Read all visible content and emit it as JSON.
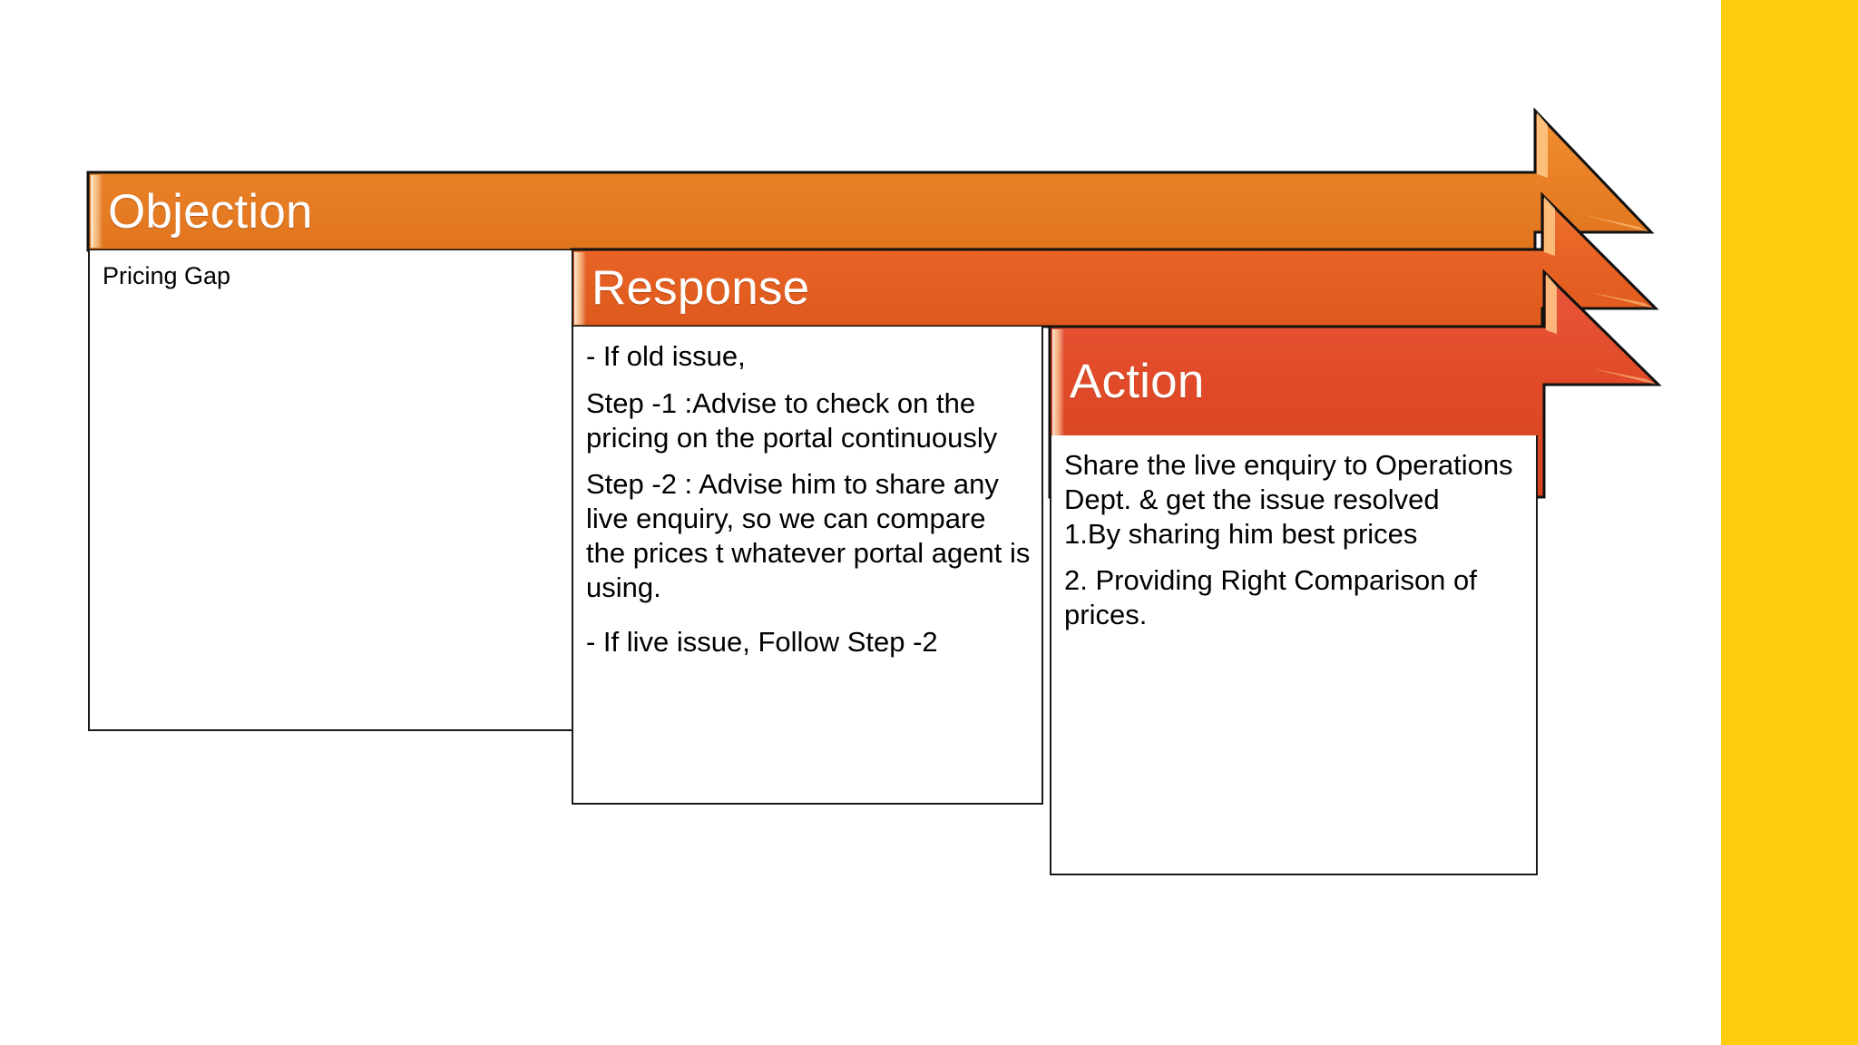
{
  "slide": {
    "background_color": "#FFFFFF",
    "accent_bar_color": "#FFCD0C"
  },
  "columns": [
    {
      "id": "objection",
      "header_label": "Objection",
      "header_color": "#E8792A",
      "body_paragraphs": [
        "Pricing Gap"
      ]
    },
    {
      "id": "response",
      "header_label": "Response",
      "header_color": "#E76026",
      "body_paragraphs": [
        "- If old issue,",
        "Step -1 :Advise to check on the pricing on the portal continuously",
        "Step -2 : Advise him to share any live enquiry, so we can compare the prices t whatever portal agent is using.",
        "- If live issue, Follow Step -2"
      ]
    },
    {
      "id": "action",
      "header_label": "Action",
      "header_color": "#E04A28",
      "body_paragraphs": [
        "Share the live enquiry to Operations Dept. & get the issue resolved",
        "1.By sharing him best prices",
        "2. Providing Right Comparison of prices."
      ]
    }
  ]
}
